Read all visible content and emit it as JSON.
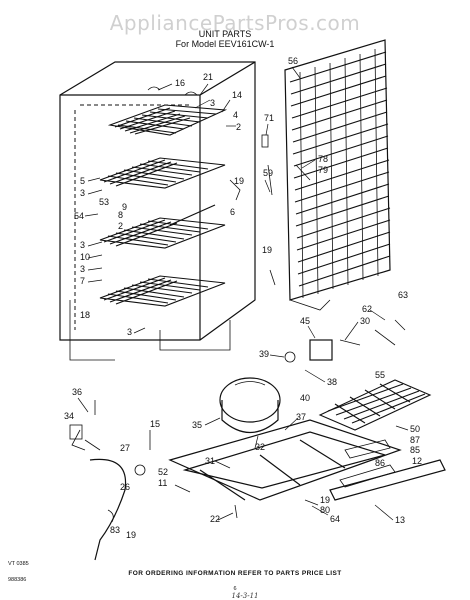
{
  "watermark": "AppliancePartsPros.com",
  "header": {
    "title": "UNIT PARTS",
    "model": "For Model EEV161CW-1"
  },
  "footer": {
    "ordering_note": "FOR ORDERING INFORMATION REFER TO PARTS PRICE LIST",
    "code_left_top": "VT 0385",
    "code_left_bottom": "988386",
    "page_number": "6",
    "handwritten_note": "14-3-11"
  },
  "callouts": [
    "16",
    "21",
    "3",
    "14",
    "2",
    "56",
    "71",
    "5",
    "3",
    "19",
    "59",
    "78",
    "79",
    "53",
    "6",
    "54",
    "8",
    "2",
    "3",
    "10",
    "3",
    "7",
    "19",
    "18",
    "3",
    "62",
    "63",
    "45",
    "30",
    "39",
    "38",
    "55",
    "36",
    "40",
    "37",
    "34",
    "35",
    "50",
    "87",
    "85",
    "15",
    "12",
    "32",
    "86",
    "31",
    "27",
    "52",
    "11",
    "26",
    "19",
    "80",
    "64",
    "22",
    "83",
    "19",
    "13",
    "9",
    "4"
  ]
}
